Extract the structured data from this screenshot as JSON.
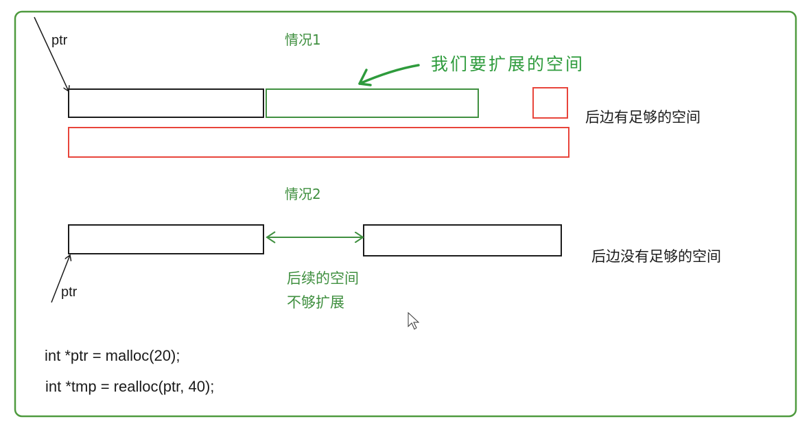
{
  "case1": {
    "title": "情况1",
    "pointer_label": "ptr",
    "extend_annotation": "我们要扩展的空间",
    "side_note": "后边有足够的空间"
  },
  "case2": {
    "title": "情况2",
    "pointer_label": "ptr",
    "gap_note_line1": "后续的空间",
    "gap_note_line2": "不够扩展",
    "side_note": "后边没有足够的空间"
  },
  "code": {
    "line1": "int *ptr = malloc(20);",
    "line2": "int *tmp = realloc(ptr, 40);"
  },
  "colors": {
    "frame": "#4e9a3e",
    "green_text": "#3f8f3f",
    "annotation_green": "#2e9b3c",
    "red": "#e8443a",
    "black": "#1a1a1a"
  }
}
